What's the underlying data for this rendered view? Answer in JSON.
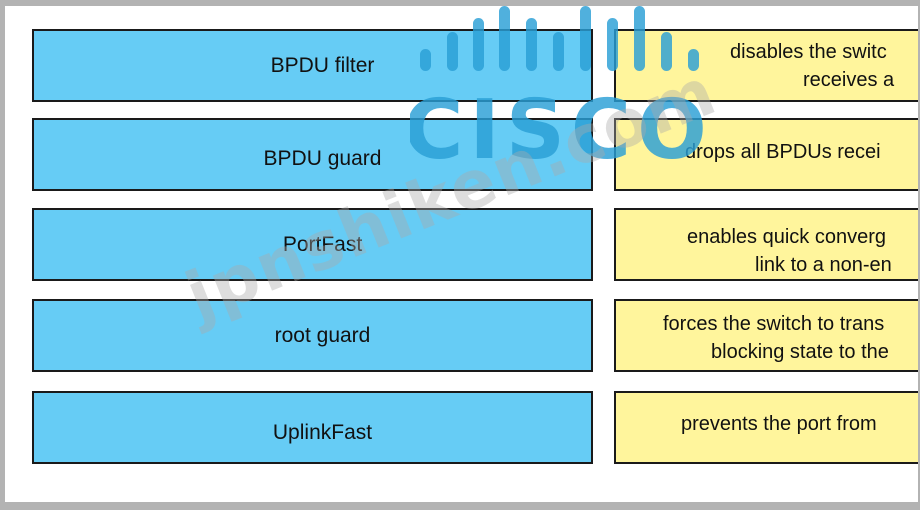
{
  "terms": [
    {
      "label": "BPDU filter"
    },
    {
      "label": "BPDU guard"
    },
    {
      "label": "PortFast"
    },
    {
      "label": "root guard"
    },
    {
      "label": "UplinkFast"
    }
  ],
  "definitions": [
    {
      "line1": "disables the switc",
      "line2": "receives a"
    },
    {
      "line1": "drops all BPDUs recei",
      "line2": ""
    },
    {
      "line1": "enables quick converg",
      "line2": "link to a non-en"
    },
    {
      "line1": "forces the switch to trans",
      "line2": "blocking state to the"
    },
    {
      "line1": "prevents the port from",
      "line2": ""
    }
  ],
  "watermark": {
    "logo_text": "CISCO",
    "site_text": "jpnshiken.com"
  },
  "colors": {
    "term_box": "#66ccf5",
    "definition_box": "#fff59c",
    "logo": "#2a9fd6"
  }
}
